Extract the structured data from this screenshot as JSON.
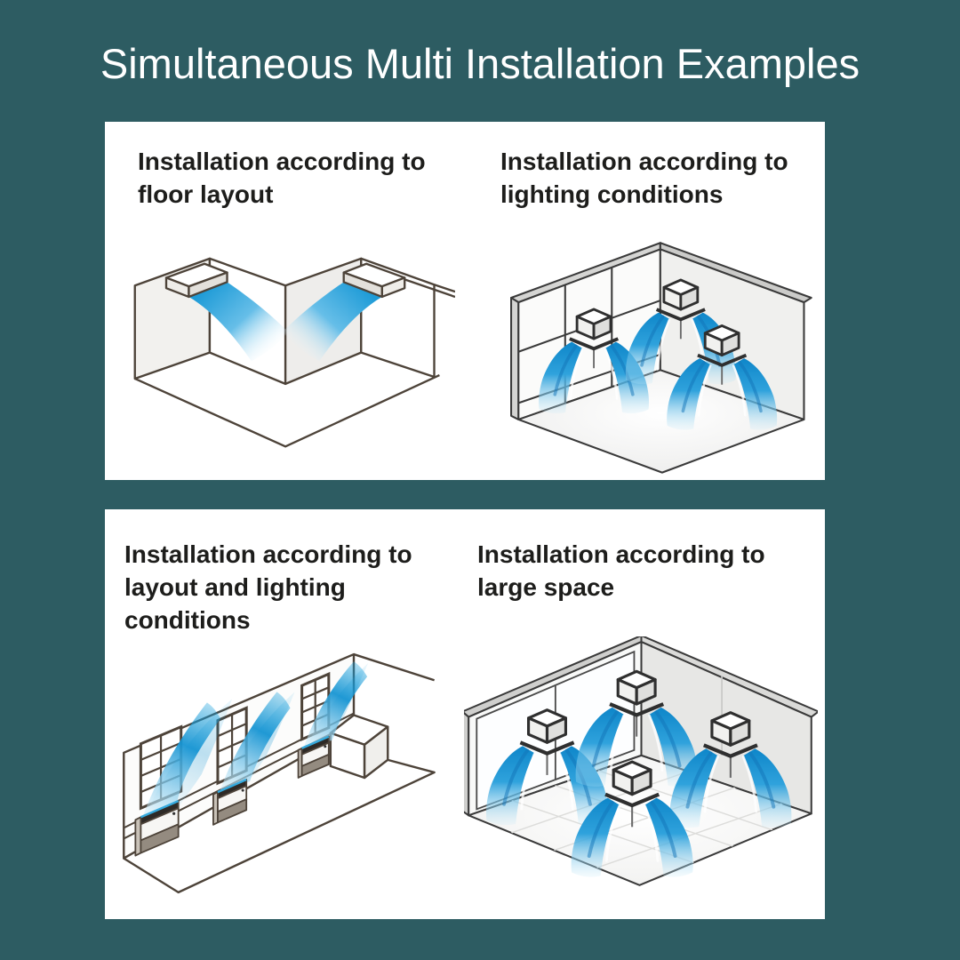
{
  "page": {
    "background_color": "#2d5c62",
    "title": "Simultaneous Multi Installation Examples",
    "title_color": "#ffffff"
  },
  "colors": {
    "airflow_blue": "#1e9ad6",
    "airflow_light_blue": "#bfe7f6",
    "outline_brown": "#4d4339",
    "outline_gray": "#3a3a3a",
    "panel_white": "#ffffff"
  },
  "panels": [
    {
      "cells": [
        {
          "title": "Installation according to floor layout",
          "title_lines": [
            "Installation according to",
            "floor layout"
          ],
          "illustration": "corner-partition-walls-with-two-wall-mounted-units-airflow"
        },
        {
          "title": "Installation according to lighting conditions",
          "title_lines": [
            "Installation according to",
            "lighting conditions"
          ],
          "illustration": "room-corner-with-three-ceiling-suspended-units-airflow"
        }
      ]
    },
    {
      "cells": [
        {
          "title": "Installation according to layout and lighting conditions",
          "title_lines": [
            "Installation according to",
            "layout and lighting",
            "conditions"
          ],
          "illustration": "window-wall-with-three-floor-console-units-upward-airflow"
        },
        {
          "title": "Installation according to large space",
          "title_lines": [
            "Installation according to",
            "large space"
          ],
          "illustration": "large-room-with-four-ceiling-suspended-units-airflow"
        }
      ]
    }
  ]
}
